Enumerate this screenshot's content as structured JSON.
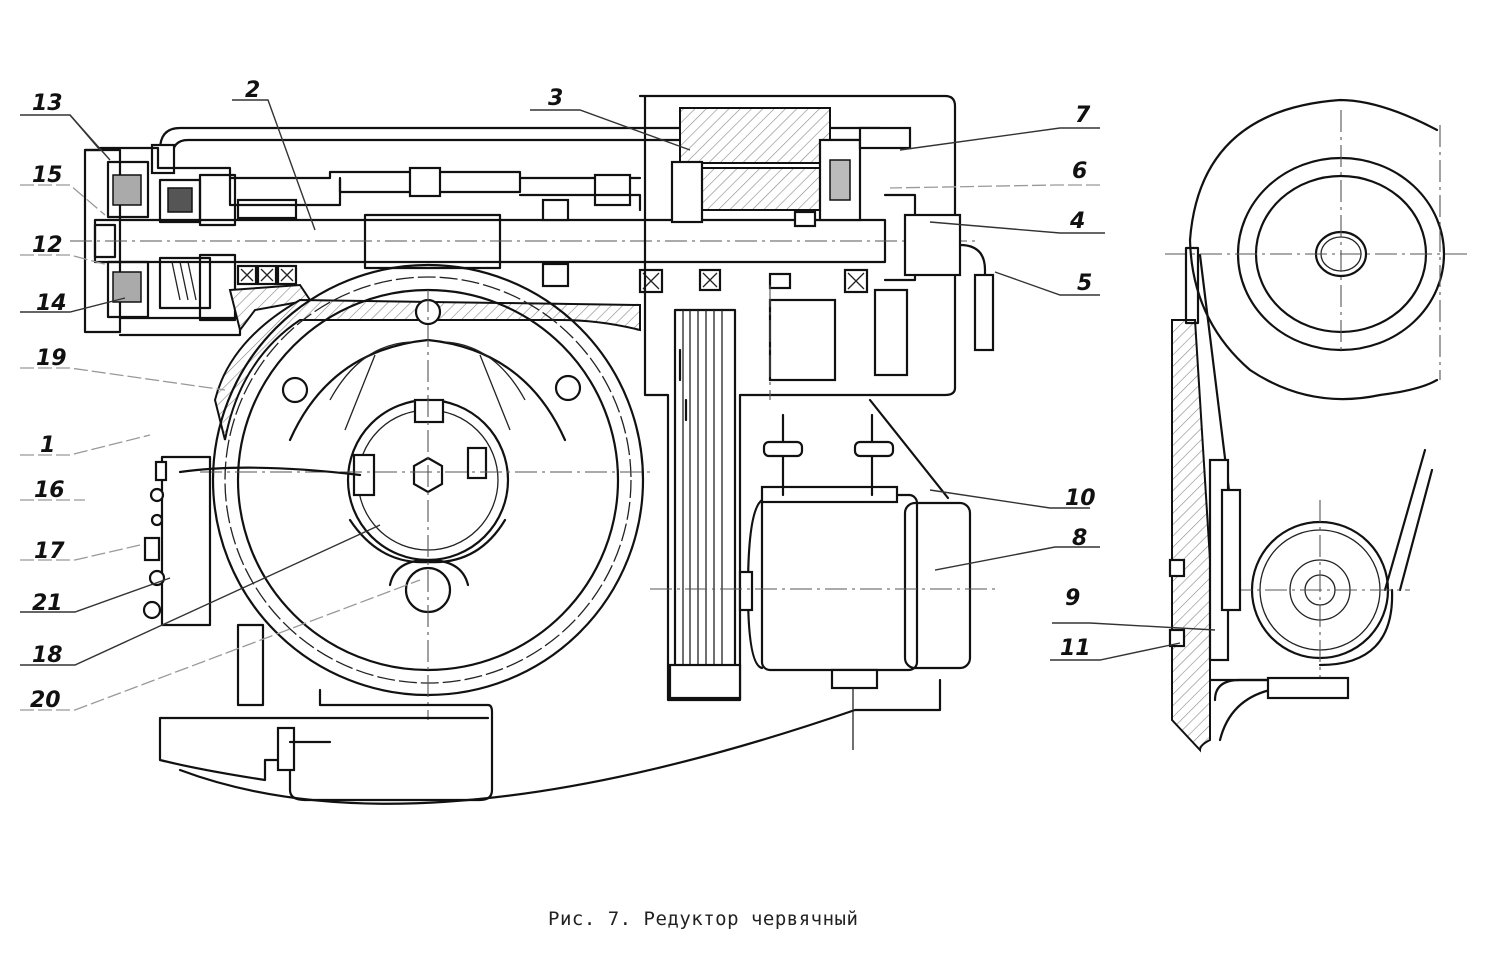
{
  "figure": {
    "caption": "Рис. 7. Редуктор червячный",
    "caption_translation_hint": "Fig. 7. Worm gear reducer"
  },
  "callouts": [
    {
      "id": "1",
      "label": "1"
    },
    {
      "id": "2",
      "label": "2"
    },
    {
      "id": "3",
      "label": "3"
    },
    {
      "id": "4",
      "label": "4"
    },
    {
      "id": "5",
      "label": "5"
    },
    {
      "id": "6",
      "label": "6"
    },
    {
      "id": "7",
      "label": "7"
    },
    {
      "id": "8",
      "label": "8"
    },
    {
      "id": "9",
      "label": "9"
    },
    {
      "id": "10",
      "label": "10"
    },
    {
      "id": "11",
      "label": "11"
    },
    {
      "id": "12",
      "label": "12"
    },
    {
      "id": "13",
      "label": "13"
    },
    {
      "id": "14",
      "label": "14"
    },
    {
      "id": "15",
      "label": "15"
    },
    {
      "id": "16",
      "label": "16"
    },
    {
      "id": "17",
      "label": "17"
    },
    {
      "id": "18",
      "label": "18"
    },
    {
      "id": "19",
      "label": "19"
    },
    {
      "id": "20",
      "label": "20"
    },
    {
      "id": "21",
      "label": "21"
    }
  ],
  "views": {
    "front": "front-section-view",
    "side": "side-view-belt-drive"
  },
  "colors": {
    "ink": "#111111",
    "paper": "#ffffff",
    "hatch": "#666666"
  }
}
